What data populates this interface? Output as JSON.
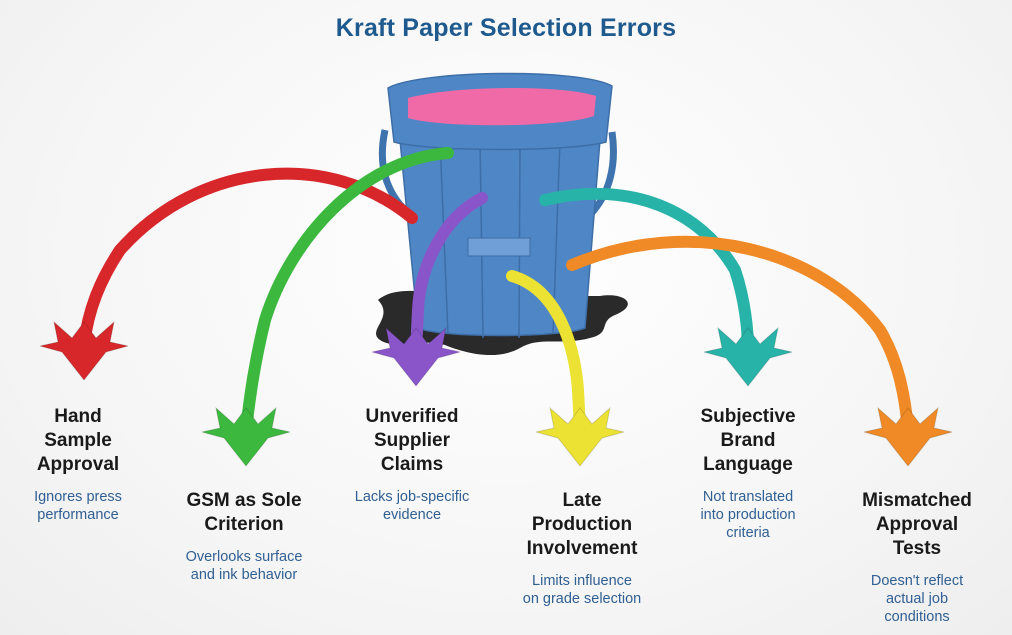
{
  "title": "Kraft Paper Selection Errors",
  "errors": [
    {
      "label": [
        "Hand",
        "Sample",
        "Approval"
      ],
      "desc": [
        "Ignores press",
        "performance"
      ],
      "color": "#d8272b"
    },
    {
      "label": [
        "GSM as Sole",
        "Criterion"
      ],
      "desc": [
        "Overlooks surface",
        "and ink behavior"
      ],
      "color": "#3cb83f"
    },
    {
      "label": [
        "Unverified",
        "Supplier",
        "Claims"
      ],
      "desc": [
        "Lacks job-specific",
        "evidence"
      ],
      "color": "#8a55c9"
    },
    {
      "label": [
        "Late",
        "Production",
        "Involvement"
      ],
      "desc": [
        "Limits influence",
        "on grade selection"
      ],
      "color": "#ece233"
    },
    {
      "label": [
        "Subjective",
        "Brand",
        "Language"
      ],
      "desc": [
        "Not translated",
        "into production",
        "criteria"
      ],
      "color": "#27b3a8"
    },
    {
      "label": [
        "Mismatched",
        "Approval",
        "Tests"
      ],
      "desc": [
        "Doesn't reflect",
        "actual job",
        "conditions"
      ],
      "color": "#f08a26"
    }
  ],
  "bucket": {
    "body_color": "#4f86c6",
    "liquid_color": "#f06aa8",
    "puddle_color": "#2a2a2a"
  }
}
